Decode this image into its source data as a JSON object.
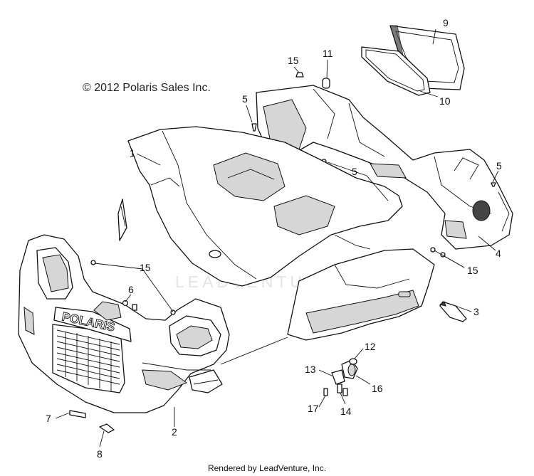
{
  "copyright": "© 2012 Polaris Sales Inc.",
  "footer": "Rendered by LeadVenture, Inc.",
  "watermark": "LEADVENTURE",
  "brand_text": "POLARIS",
  "callouts": {
    "c1": "1",
    "c2": "2",
    "c3": "3",
    "c4": "4",
    "c5a": "5",
    "c5b": "5",
    "c5c": "5",
    "c6": "6",
    "c7": "7",
    "c8": "8",
    "c9": "9",
    "c10": "10",
    "c11": "11",
    "c12": "12",
    "c13": "13",
    "c14": "14",
    "c15a": "15",
    "c15b": "15",
    "c15c": "15",
    "c16": "16",
    "c17": "17"
  }
}
